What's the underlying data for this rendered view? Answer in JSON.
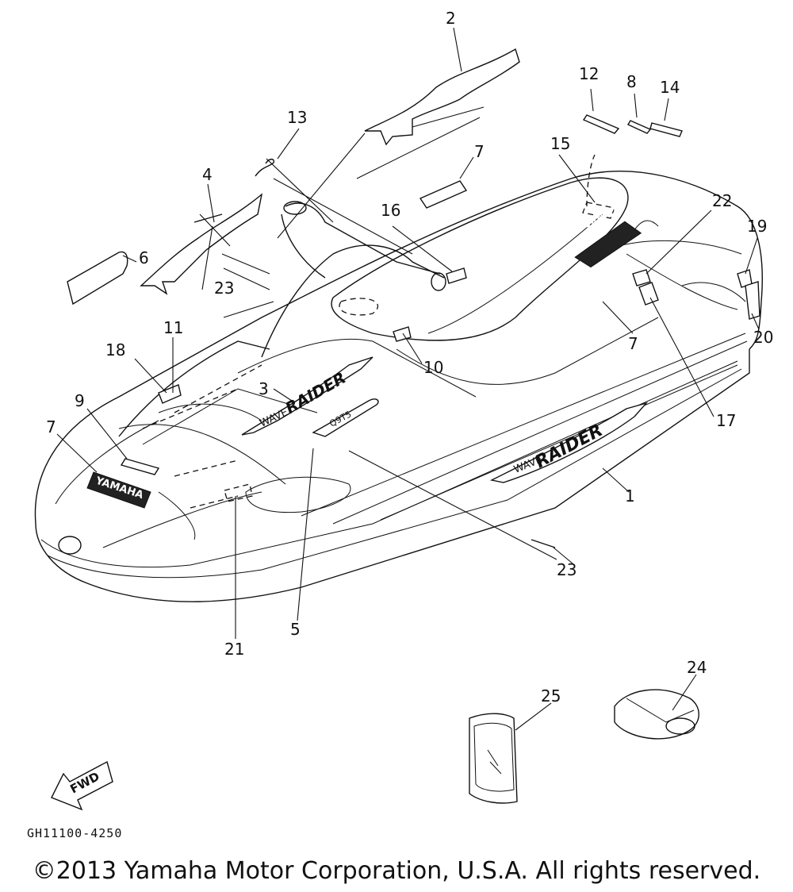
{
  "diagram": {
    "callouts": [
      {
        "id": "c2",
        "label": "2"
      },
      {
        "id": "c12",
        "label": "12"
      },
      {
        "id": "c8",
        "label": "8"
      },
      {
        "id": "c14",
        "label": "14"
      },
      {
        "id": "c13",
        "label": "13"
      },
      {
        "id": "c4",
        "label": "4"
      },
      {
        "id": "c15",
        "label": "15"
      },
      {
        "id": "c7a",
        "label": "7"
      },
      {
        "id": "c16",
        "label": "16"
      },
      {
        "id": "c22",
        "label": "22"
      },
      {
        "id": "c19",
        "label": "19"
      },
      {
        "id": "c6",
        "label": "6"
      },
      {
        "id": "c23a",
        "label": "23"
      },
      {
        "id": "c11",
        "label": "11"
      },
      {
        "id": "c18",
        "label": "18"
      },
      {
        "id": "c10",
        "label": "10"
      },
      {
        "id": "c7b",
        "label": "7"
      },
      {
        "id": "c20",
        "label": "20"
      },
      {
        "id": "c3",
        "label": "3"
      },
      {
        "id": "c9",
        "label": "9"
      },
      {
        "id": "c17",
        "label": "17"
      },
      {
        "id": "c7c",
        "label": "7"
      },
      {
        "id": "c1",
        "label": "1"
      },
      {
        "id": "c23b",
        "label": "23"
      },
      {
        "id": "c21",
        "label": "21"
      },
      {
        "id": "c5",
        "label": "5"
      },
      {
        "id": "c24",
        "label": "24"
      },
      {
        "id": "c25",
        "label": "25"
      }
    ],
    "decal_texts": {
      "brand_front": "YAMAHA",
      "brand_side": "YAMAHA",
      "model_small": "WAVE",
      "model_big": "RAIDER",
      "plate_text": "Q9T5"
    },
    "fwd_arrow": "FWD",
    "part_code": "GH11100-4250"
  },
  "footer": {
    "copyright": "©2013 Yamaha Motor Corporation, U.S.A. All rights reserved."
  }
}
